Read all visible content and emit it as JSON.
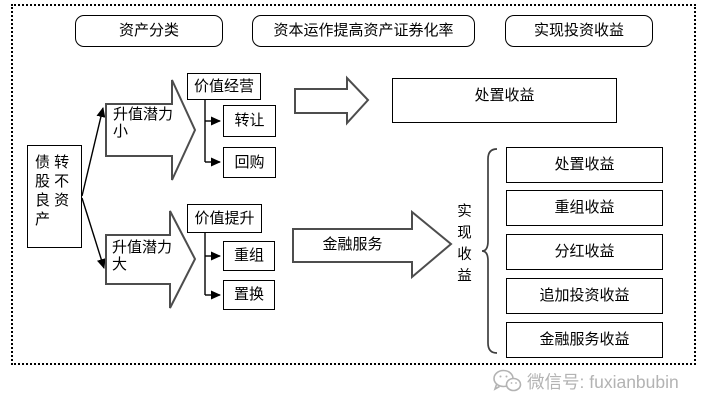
{
  "header_steps": [
    "资产分类",
    "资本运作提高资产证券化率",
    "实现投资收益"
  ],
  "source_box": {
    "lines": [
      "债 转",
      "股 不",
      "良 资",
      "产"
    ]
  },
  "branch_small": {
    "potential_lines": [
      "升值潜力",
      "小"
    ],
    "strategy": "价值经营",
    "actions": [
      "转让",
      "回购"
    ],
    "result": "处置收益"
  },
  "branch_large": {
    "potential_lines": [
      "升值潜力",
      "大"
    ],
    "strategy": "价值提升",
    "actions": [
      "重组",
      "置换"
    ],
    "service_label": "金融服务"
  },
  "realize_group": {
    "label": "实现收益",
    "items": [
      "处置收益",
      "重组收益",
      "分红收益",
      "追加投资收益",
      "金融服务收益"
    ]
  },
  "watermark": {
    "text": "微信号: fuxianbubin"
  },
  "colors": {
    "line": "#000000",
    "block_arrow_outline": "#4d4d4d",
    "watermark_gray": "#b3b3b3"
  }
}
